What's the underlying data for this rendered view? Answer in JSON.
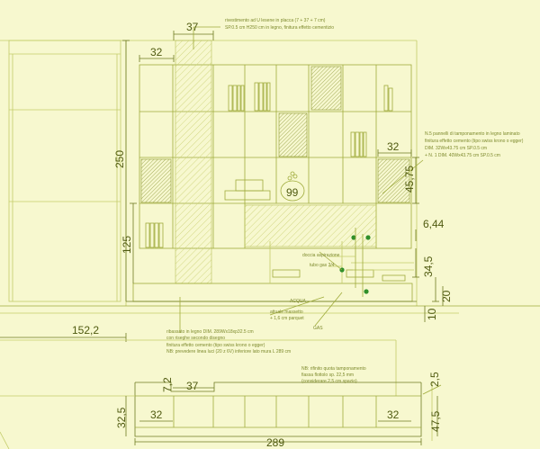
{
  "dimensions": {
    "d37_top": "37",
    "d32_top": "32",
    "d250": "250",
    "d32_right": "32",
    "d4575": "45,75",
    "d125": "125",
    "d644": "6,44",
    "d345": "34,5",
    "d20": "20",
    "d10": "10",
    "d1522": "152,2",
    "d72": "7,2",
    "d37_plan": "37",
    "d25": "2,5",
    "d325": "32,5",
    "d32_plan_l": "32",
    "d32_plan_r": "32",
    "d475": "47,5",
    "d289": "289",
    "d99": "99"
  },
  "notes": {
    "n_top_1": "rivestimento ad U lesene in placca (7 + 37 + 7 cm)",
    "n_top_2": "SP.0.5 cm H250 cm in legno, finitura effetto cementizio",
    "n_right_1": "N.5 pannelli di tamponamento in legno laminato",
    "n_right_2": "finitura effetto cemento (tipo swiss krono o egger)",
    "n_right_3": "DIM. 32Wx43.75 cm SP.0.5 cm",
    "n_right_4": "+ N. 1 DIM. 40Wx43.75 cm SP.0.5 cm",
    "n_mid_1": "doccia aspirazione",
    "n_mid_2": "tubo gas 3/4",
    "n_mid_3": "ACQUA",
    "n_mid_4": "GAS",
    "n_mid_5": "attuale massetto",
    "n_mid_6": "+ 1,6 cm parquet",
    "n_low_1": "ribassato in legno DIM. 289Wx18xp32.5 cm",
    "n_low_2": "con riseghe secondo disegno",
    "n_low_3": "finitura effetto cemento (tipo swiss krono o egger)",
    "n_low_4": "NB: prevedere linea luci (20 z 6V) inferiore lato mura L 289 cm",
    "n_plan_1": "NB: rifinito quota tamponamento",
    "n_plan_2": "fiassa flottolo sp. 22,5 mm",
    "n_plan_3": "(considerare 2,5 cm spazio)"
  }
}
